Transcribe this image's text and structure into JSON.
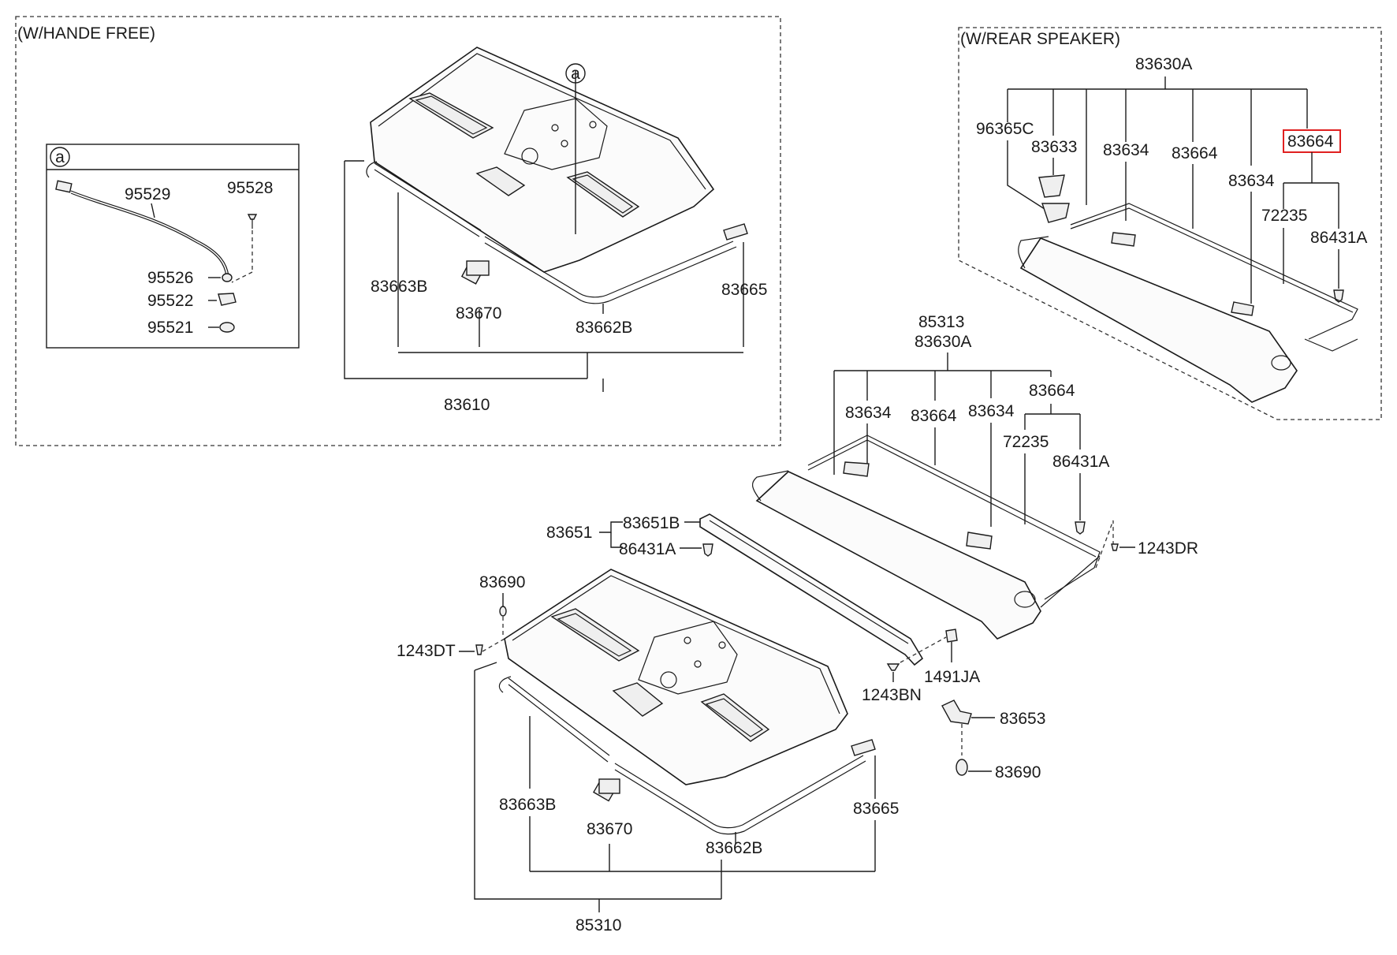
{
  "titles": {
    "hands_free": "(W/HANDE FREE)",
    "rear_speaker": "(W/REAR SPEAKER)"
  },
  "detail_ref": "a",
  "highlight_color": "#e02020",
  "labels": {
    "hf_95529": "95529",
    "hf_95528": "95528",
    "hf_95526": "95526",
    "hf_95522": "95522",
    "hf_95521": "95521",
    "hf_83663B": "83663B",
    "hf_83670": "83670",
    "hf_83662B": "83662B",
    "hf_83665": "83665",
    "hf_83610": "83610",
    "rs_83630A": "83630A",
    "rs_96365C": "96365C",
    "rs_83633": "83633",
    "rs_83634_a": "83634",
    "rs_83664_a": "83664",
    "rs_83664_b": "83664",
    "rs_83634_b": "83634",
    "rs_72235": "72235",
    "rs_86431A": "86431A",
    "m_85313": "85313",
    "m_83630A": "83630A",
    "m_83634_a": "83634",
    "m_83664_a": "83664",
    "m_83634_b": "83634",
    "m_83664_b": "83664",
    "m_72235": "72235",
    "m_86431A": "86431A",
    "m_83651": "83651",
    "m_83651B": "83651B",
    "m_86431A_b": "86431A",
    "m_1243DR": "1243DR",
    "m_83690_a": "83690",
    "m_1243DT": "1243DT",
    "m_1243BN": "1243BN",
    "m_1491JA": "1491JA",
    "m_83653": "83653",
    "m_83690_b": "83690",
    "m_83663B": "83663B",
    "m_83670": "83670",
    "m_83662B": "83662B",
    "m_83665": "83665",
    "m_85310": "85310"
  }
}
